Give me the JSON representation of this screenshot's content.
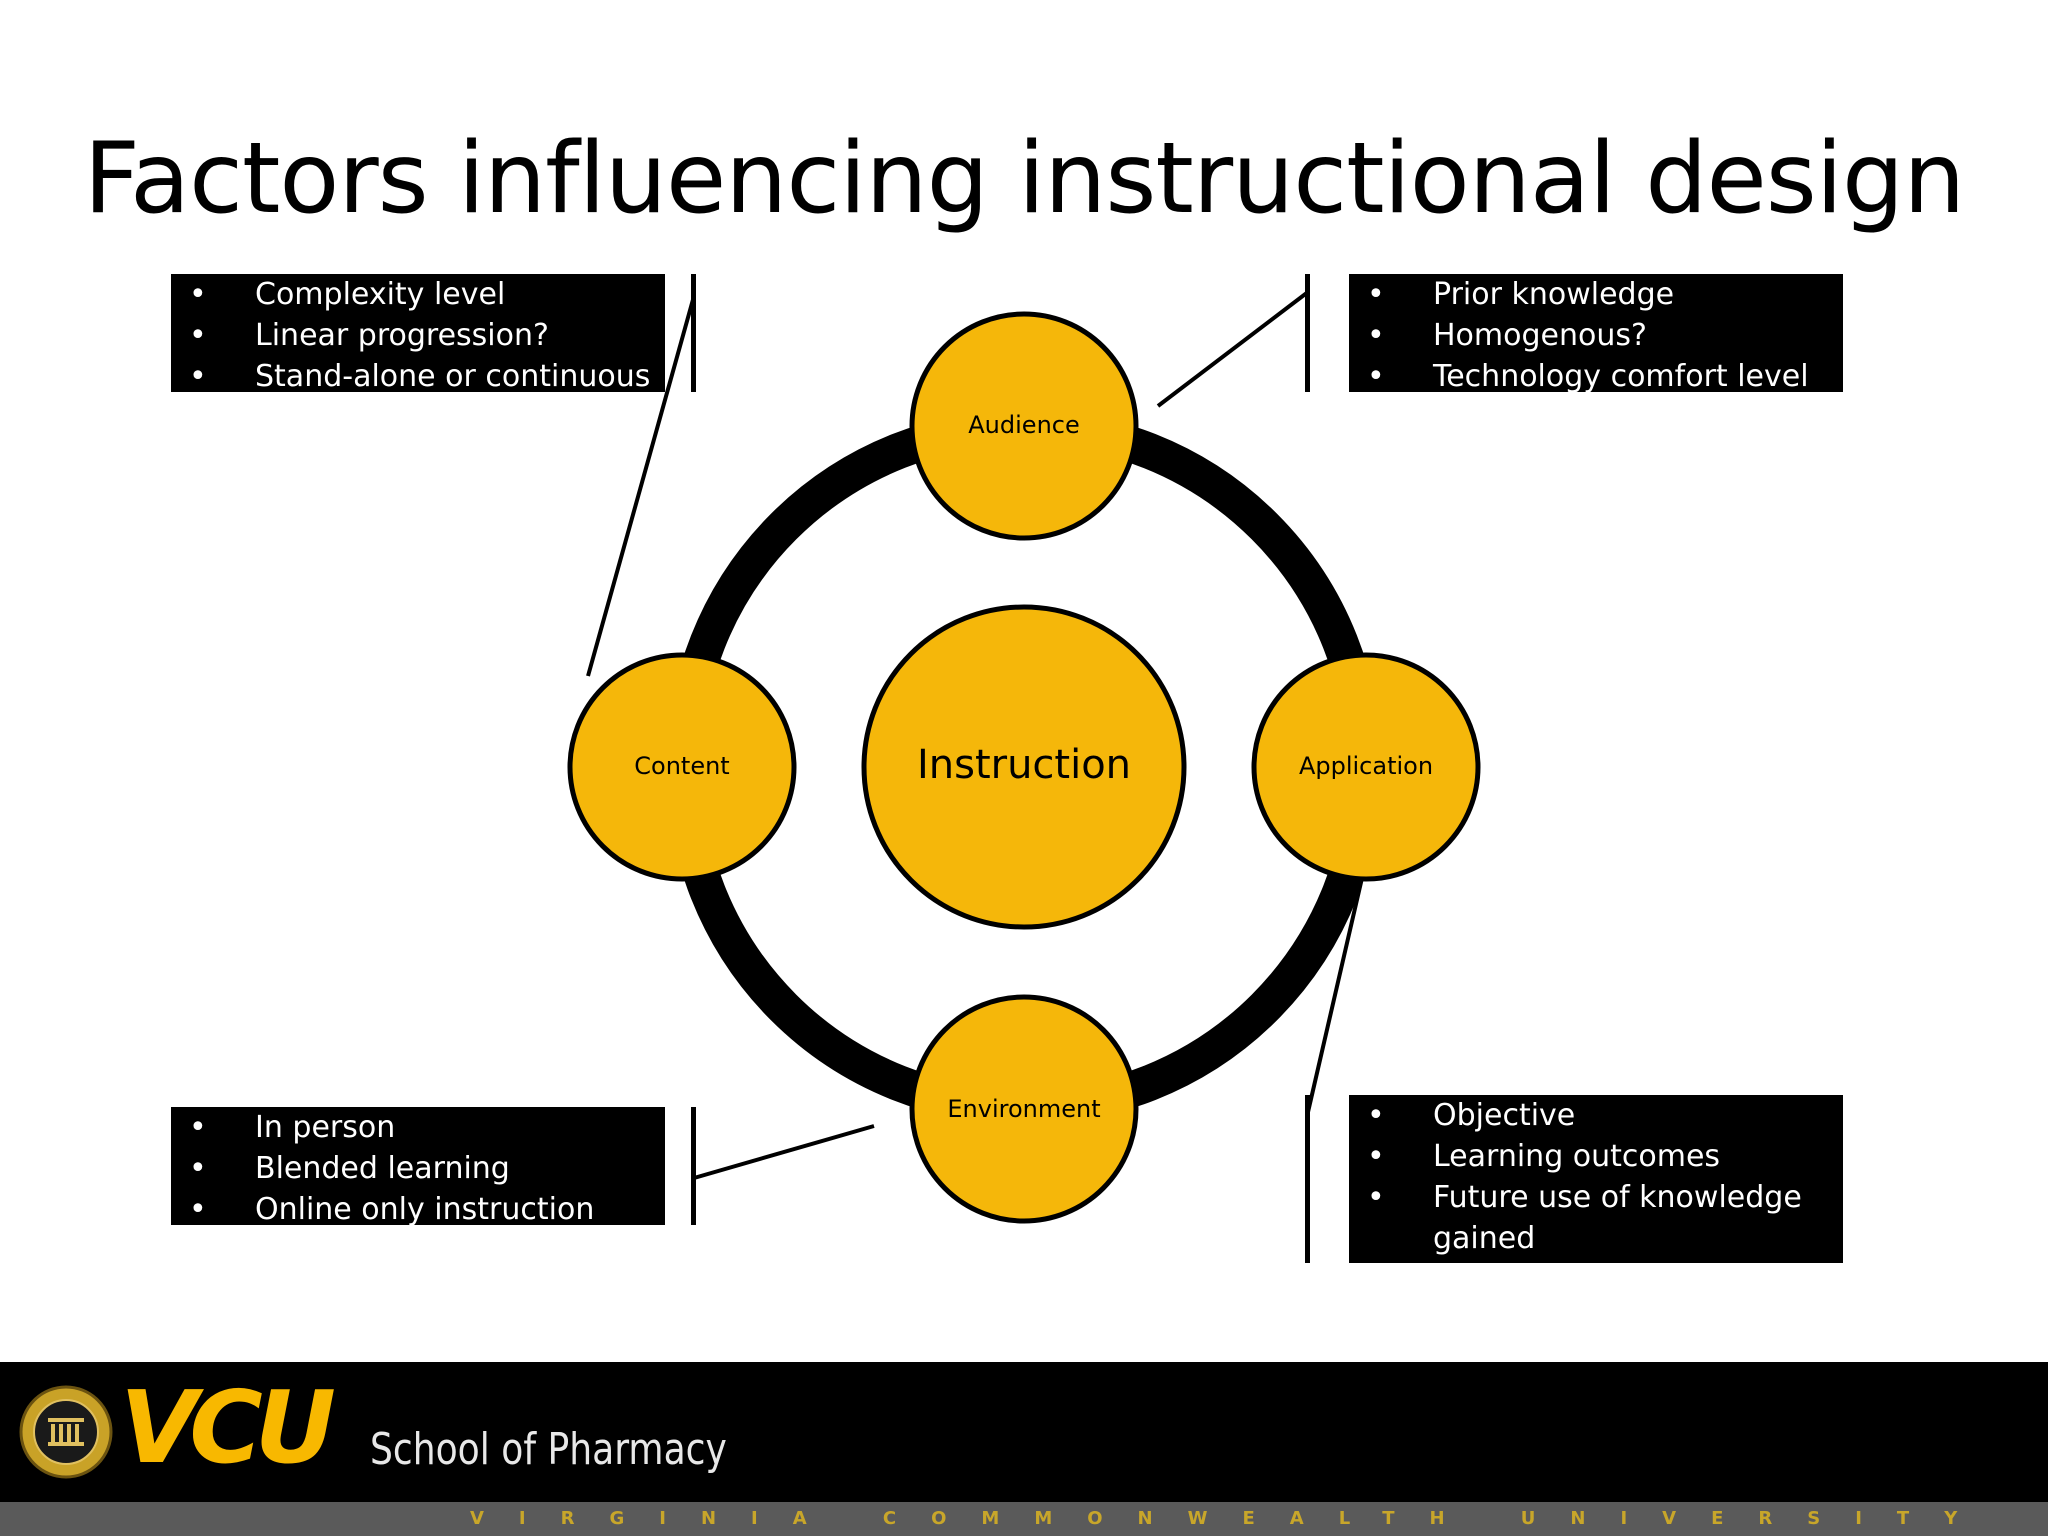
{
  "slide": {
    "title": "Factors influencing instructional design"
  },
  "diagram": {
    "center": "Instruction",
    "nodes": {
      "audience": "Audience",
      "content": "Content",
      "application": "Application",
      "environment": "Environment"
    },
    "colors": {
      "node_fill": "#F5B70A",
      "stroke": "#000000"
    }
  },
  "callouts": {
    "content": [
      "Complexity level",
      "Linear progression?",
      "Stand-alone or continuous"
    ],
    "audience": [
      "Prior knowledge",
      "Homogenous?",
      "Technology comfort level"
    ],
    "environment": [
      "In person",
      "Blended learning",
      "Online only instruction"
    ],
    "application": [
      "Objective",
      "Learning outcomes",
      "Future use of knowledge gained"
    ]
  },
  "footer": {
    "logo_text": "VCU",
    "school": "School of Pharmacy",
    "university": "VIRGINIA COMMONWEALTH UNIVERSITY",
    "brand_color": "#F8B800"
  }
}
